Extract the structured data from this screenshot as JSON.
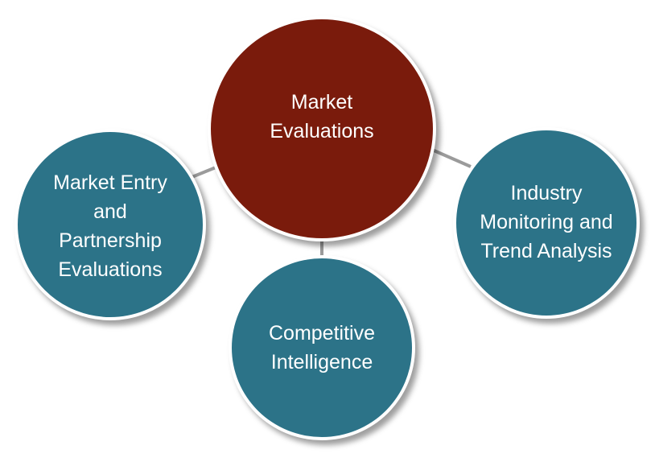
{
  "diagram": {
    "colors": {
      "center": "#7a1b0c",
      "satellite": "#2c7388",
      "connector": "#9b9b9b",
      "background": "#ffffff"
    },
    "center": {
      "label": "Market\nEvaluations"
    },
    "satellites": [
      {
        "id": "left",
        "label": "Market Entry\nand\nPartnership\nEvaluations"
      },
      {
        "id": "right",
        "label": "Industry\nMonitoring and\nTrend Analysis"
      },
      {
        "id": "bottom",
        "label": "Competitive\nIntelligence"
      }
    ]
  }
}
